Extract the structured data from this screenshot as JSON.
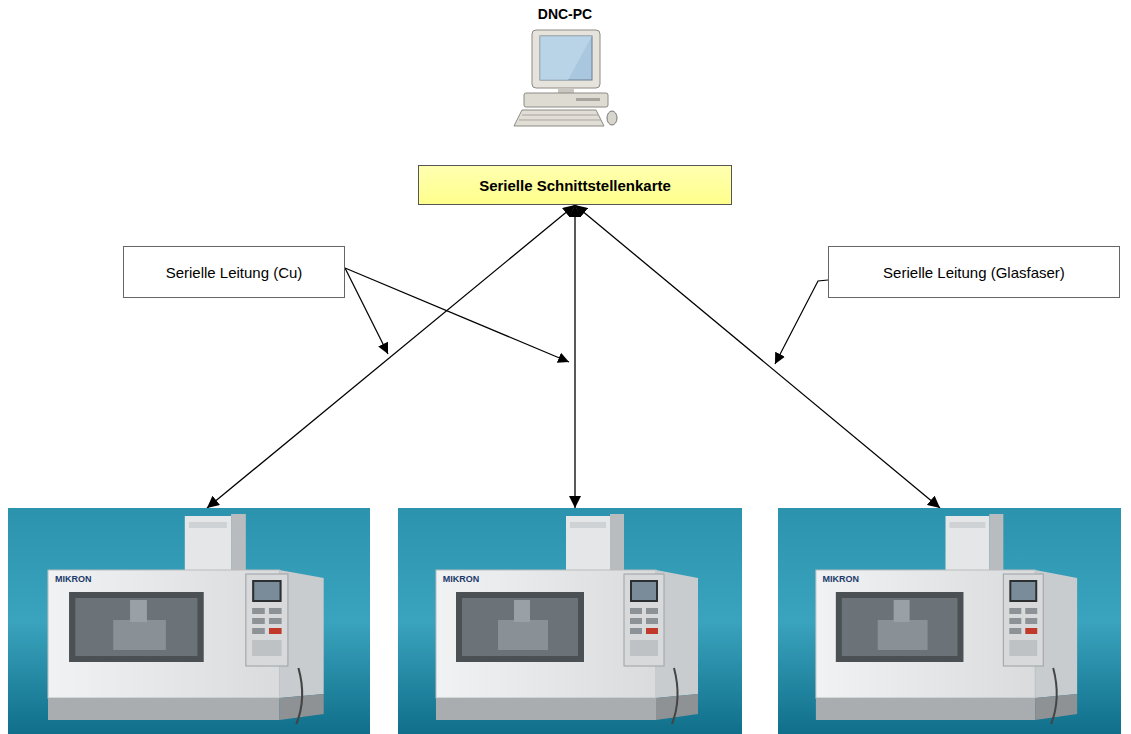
{
  "diagram": {
    "nodes": [
      {
        "text": [
          "DNC-PC"
        ]
      },
      {
        "text": [
          "Serielle Schnittstellenkarte"
        ]
      },
      {
        "text": [
          "Serielle Leitung (Cu)"
        ]
      },
      {
        "text": [
          "Serielle Leitung (Glasfaser)"
        ]
      },
      {
        "text": [
          "MIKRON"
        ]
      },
      {
        "text": [
          "MIKRON"
        ]
      },
      {
        "text": [
          "MIKRON"
        ]
      }
    ],
    "edges": [
      {
        "from": 1,
        "to": 4,
        "arrow": "both"
      },
      {
        "from": 1,
        "to": 5,
        "arrow": "both"
      },
      {
        "from": 1,
        "to": 6,
        "arrow": "both"
      }
    ]
  }
}
